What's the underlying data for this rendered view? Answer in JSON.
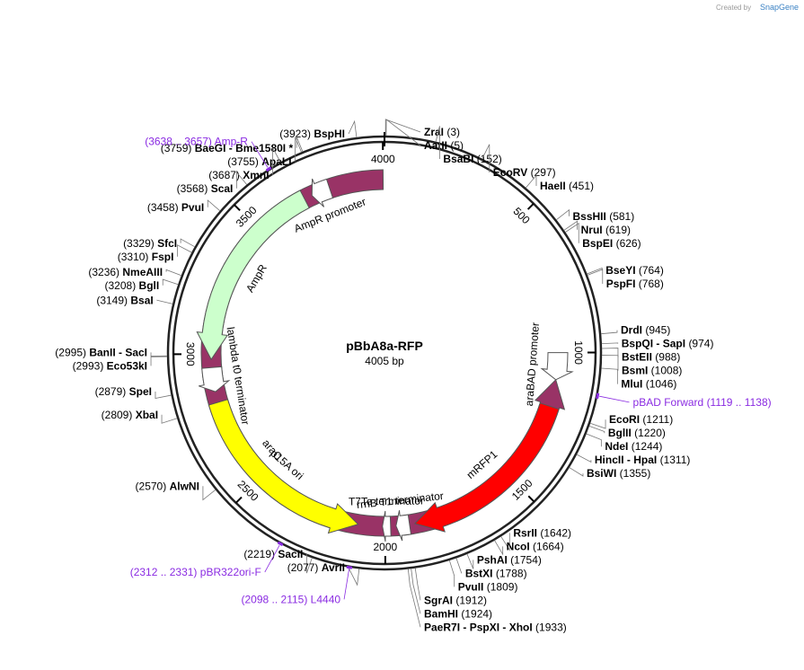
{
  "watermark": {
    "prefix": "Created by",
    "brand": "SnapGene"
  },
  "plasmid": {
    "name": "pBbA8a-RFP",
    "length_label": "4005 bp",
    "length": 4005
  },
  "ticks": [
    {
      "pos": 500,
      "label": "500"
    },
    {
      "pos": 1000,
      "label": "1000"
    },
    {
      "pos": 1500,
      "label": "1500"
    },
    {
      "pos": 2000,
      "label": "2000"
    },
    {
      "pos": 2500,
      "label": "2500"
    },
    {
      "pos": 3000,
      "label": "3000"
    },
    {
      "pos": 3500,
      "label": "3500"
    },
    {
      "pos": 4000,
      "label": "4000"
    }
  ],
  "features": [
    {
      "name": "araC",
      "start": 4000,
      "end": 1100,
      "color": "#993366",
      "dir": "ccw",
      "labelColor": "#ffffff"
    },
    {
      "name": "AmpR promoter",
      "start": 3800,
      "end": 3730,
      "color": "#ffffff",
      "dir": "ccw",
      "labelColor": "#000000"
    },
    {
      "name": "AmpR",
      "start": 3700,
      "end": 2980,
      "color": "#ccffcc",
      "dir": "ccw",
      "labelColor": "#000000"
    },
    {
      "name": "lambda t0 terminator",
      "start": 2950,
      "end": 2860,
      "color": "#ffffff",
      "dir": "ccw",
      "labelColor": "#000000"
    },
    {
      "name": "araBAD promoter",
      "start": 1000,
      "end": 1100,
      "color": "#ffffff",
      "dir": "cw",
      "labelColor": "#000000"
    },
    {
      "name": "mRFP1",
      "start": 1200,
      "end": 1890,
      "color": "#ff0000",
      "dir": "cw",
      "labelColor": "#ffffff"
    },
    {
      "name": "rrnB T1 terminator",
      "start": 1910,
      "end": 1960,
      "color": "#ffffff",
      "dir": "cw",
      "labelColor": "#000000"
    },
    {
      "name": "T7Te terminator",
      "start": 1980,
      "end": 2010,
      "color": "#ffffff",
      "dir": "cw",
      "labelColor": "#000000"
    },
    {
      "name": "p15A ori",
      "start": 2820,
      "end": 2100,
      "color": "#ffff00",
      "dir": "ccw",
      "labelColor": "#000000"
    }
  ],
  "sites": [
    {
      "pos": 3,
      "name": "ZraI",
      "num": "(3)"
    },
    {
      "pos": 5,
      "name": "AatII",
      "num": "(5)"
    },
    {
      "pos": 152,
      "name": "BsaBI",
      "num": "(152)"
    },
    {
      "pos": 297,
      "name": "EcoRV",
      "num": "(297)"
    },
    {
      "pos": 451,
      "name": "HaeII",
      "num": "(451)"
    },
    {
      "pos": 581,
      "name": "BssHII",
      "num": "(581)"
    },
    {
      "pos": 619,
      "name": "NruI",
      "num": "(619)"
    },
    {
      "pos": 626,
      "name": "BspEI",
      "num": "(626)"
    },
    {
      "pos": 764,
      "name": "BseYI",
      "num": "(764)"
    },
    {
      "pos": 768,
      "name": "PspFI",
      "num": "(768)"
    },
    {
      "pos": 945,
      "name": "DrdI",
      "num": "(945)"
    },
    {
      "pos": 974,
      "name": "BspQI - SapI",
      "num": "(974)"
    },
    {
      "pos": 988,
      "name": "BstEII",
      "num": "(988)"
    },
    {
      "pos": 1008,
      "name": "BsmI",
      "num": "(1008)"
    },
    {
      "pos": 1046,
      "name": "MluI",
      "num": "(1046)"
    },
    {
      "pos": 1211,
      "name": "EcoRI",
      "num": "(1211)"
    },
    {
      "pos": 1220,
      "name": "BglII",
      "num": "(1220)"
    },
    {
      "pos": 1244,
      "name": "NdeI",
      "num": "(1244)"
    },
    {
      "pos": 1311,
      "name": "HincII - HpaI",
      "num": "(1311)"
    },
    {
      "pos": 1355,
      "name": "BsiWI",
      "num": "(1355)"
    },
    {
      "pos": 1642,
      "name": "RsrII",
      "num": "(1642)"
    },
    {
      "pos": 1664,
      "name": "NcoI",
      "num": "(1664)"
    },
    {
      "pos": 1754,
      "name": "PshAI",
      "num": "(1754)"
    },
    {
      "pos": 1788,
      "name": "BstXI",
      "num": "(1788)"
    },
    {
      "pos": 1809,
      "name": "PvuII",
      "num": "(1809)"
    },
    {
      "pos": 1912,
      "name": "SgrAI",
      "num": "(1912)"
    },
    {
      "pos": 1924,
      "name": "BamHI",
      "num": "(1924)"
    },
    {
      "pos": 1933,
      "name": "PaeR7I - PspXI - XhoI",
      "num": "(1933)"
    },
    {
      "pos": 2077,
      "name": "AvrII",
      "num": "(2077)"
    },
    {
      "pos": 2219,
      "name": "SacII",
      "num": "(2219)"
    },
    {
      "pos": 2570,
      "name": "AlwNI",
      "num": "(2570)"
    },
    {
      "pos": 2809,
      "name": "XbaI",
      "num": "(2809)"
    },
    {
      "pos": 2879,
      "name": "SpeI",
      "num": "(2879)"
    },
    {
      "pos": 2993,
      "name": "Eco53kI",
      "num": "(2993)"
    },
    {
      "pos": 2995,
      "name": "BanII - SacI",
      "num": "(2995)"
    },
    {
      "pos": 3149,
      "name": "BsaI",
      "num": "(3149)"
    },
    {
      "pos": 3208,
      "name": "BglI",
      "num": "(3208)"
    },
    {
      "pos": 3236,
      "name": "NmeAIII",
      "num": "(3236)"
    },
    {
      "pos": 3310,
      "name": "FspI",
      "num": "(3310)"
    },
    {
      "pos": 3329,
      "name": "SfcI",
      "num": "(3329)"
    },
    {
      "pos": 3458,
      "name": "PvuI",
      "num": "(3458)"
    },
    {
      "pos": 3568,
      "name": "ScaI",
      "num": "(3568)"
    },
    {
      "pos": 3687,
      "name": "XmnI",
      "num": "(3687)"
    },
    {
      "pos": 3755,
      "name": "ApaLI",
      "num": "(3755)"
    },
    {
      "pos": 3759,
      "name": "BaeGI - Bme1580I *",
      "num": "(3759)"
    },
    {
      "pos": 3923,
      "name": "BspHI",
      "num": "(3923)"
    }
  ],
  "primers": [
    {
      "name": "Amp-R",
      "range": "(3638 .. 3657)",
      "pos": 3647
    },
    {
      "name": "pBAD Forward",
      "range": "(1119 .. 1138)",
      "pos": 1128
    },
    {
      "name": "pBR322ori-F",
      "range": "(2312 .. 2331)",
      "pos": 2321
    },
    {
      "name": "L4440",
      "range": "(2098 .. 2115)",
      "pos": 2106
    }
  ]
}
